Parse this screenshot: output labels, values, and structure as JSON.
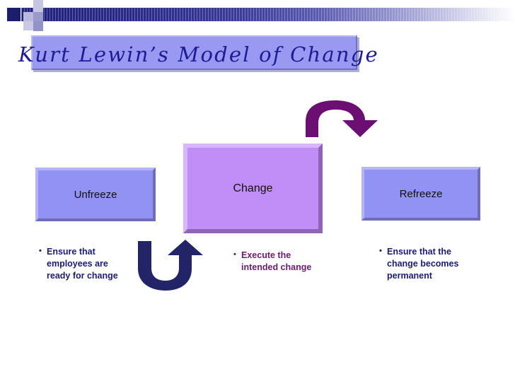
{
  "slide": {
    "title": "Kurt Lewin’s Model of Change",
    "background_color": "#ffffff",
    "decoration": {
      "gradient_bar_start_color": "#23237f",
      "gradient_bar_end_color": "#ffffff",
      "square_dark_color": "#1d1d6e",
      "square_mid_color": "#9a9acb",
      "square_light_color": "#c6c6e4"
    },
    "title_box": {
      "fill_color": "#9999f2",
      "text_color": "#1c1c96"
    }
  },
  "diagram": {
    "stages": [
      {
        "id": "unfreeze",
        "label": "Unfreeze",
        "fill_color": "#9292f5",
        "text_color": "#111111",
        "bullets": [
          "Ensure that employees are ready for change"
        ],
        "bullet_color": "#1b1b72"
      },
      {
        "id": "change",
        "label": "Change",
        "fill_color": "#c18ef7",
        "text_color": "#111111",
        "bullets": [
          "Execute the intended change"
        ],
        "bullet_color": "#6b1b6b"
      },
      {
        "id": "refreeze",
        "label": "Refreeze",
        "fill_color": "#9292f5",
        "text_color": "#111111",
        "bullets": [
          "Ensure that the change becomes permanent"
        ],
        "bullet_color": "#1b1b72"
      }
    ],
    "arrows": [
      {
        "id": "change-to-refreeze",
        "name": "curved-arch-arrow-down-right",
        "color": "#6b0f72",
        "direction": "down-right"
      },
      {
        "id": "unfreeze-to-change",
        "name": "curved-u-arrow-up",
        "color": "#232368",
        "direction": "up"
      }
    ]
  }
}
